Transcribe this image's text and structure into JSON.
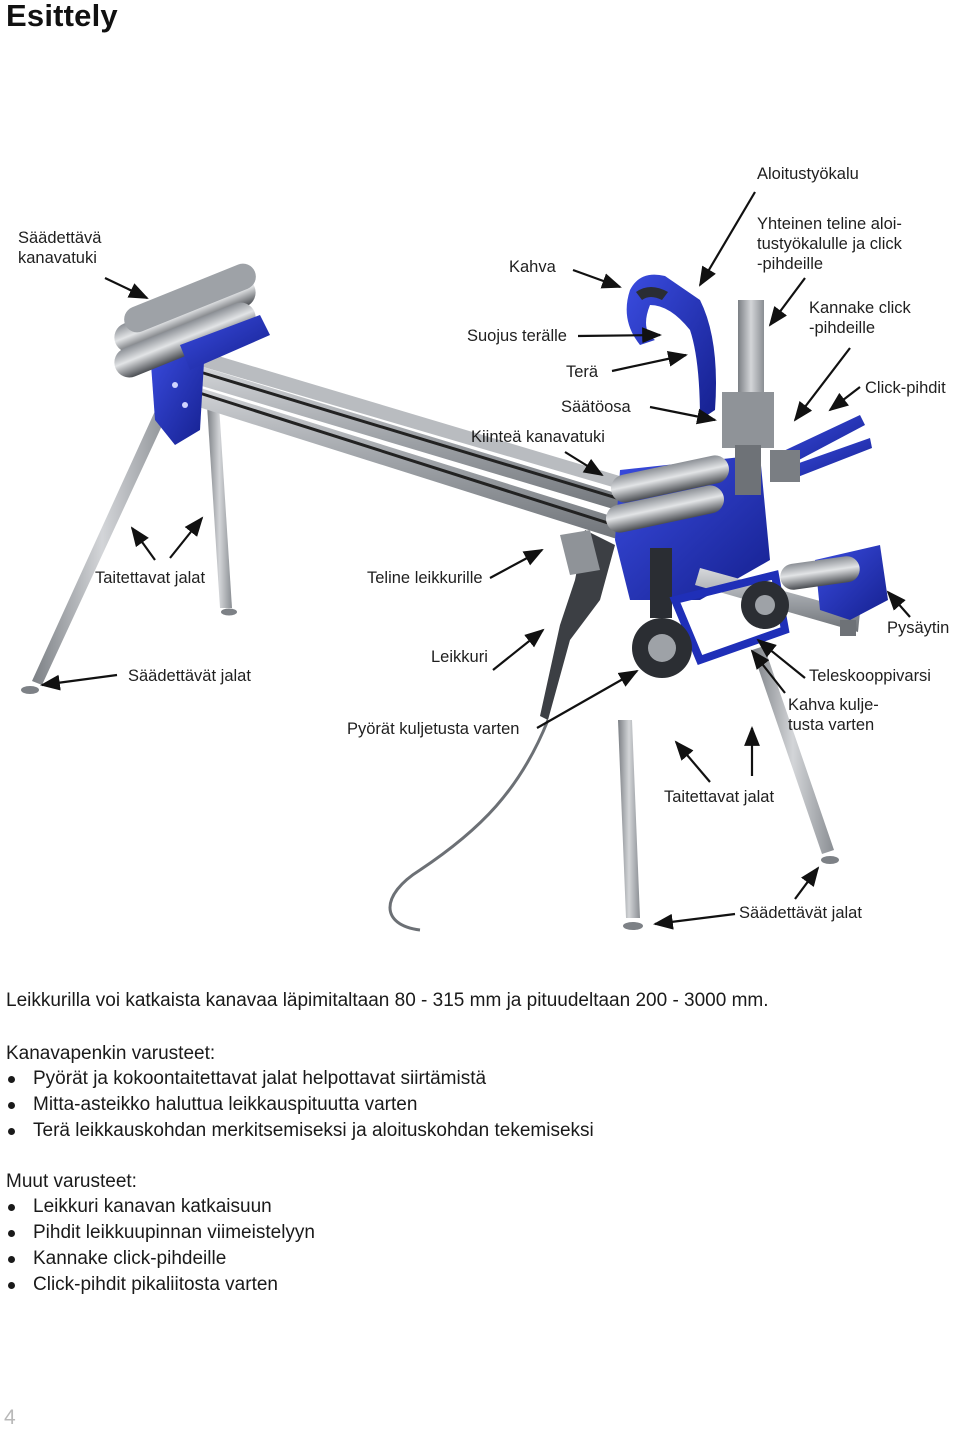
{
  "page": {
    "title": "Esittely",
    "page_number": "4"
  },
  "figure": {
    "labels": {
      "aloitustyokalu": "Aloitustyökalu",
      "saadettava_kanavatuki": "Säädettävä\nkanavatuki",
      "kahva": "Kahva",
      "yhteinen_teline": "Yhteinen teline aloi-\ntustyökalulle ja click\n-pihdeille",
      "kannake": "Kannake click\n-pihdeille",
      "suojus": "Suojus terälle",
      "tera": "Terä",
      "click_pihdit": "Click-pihdit",
      "saatoosa": "Säätöosa",
      "kiintea_kanavatuki": "Kiinteä kanavatuki",
      "taitettavat_jalat_1": "Taitettavat jalat",
      "teline_leikkurille": "Teline leikkurille",
      "pysaytin": "Pysäytin",
      "saadettavat_jalat_1": "Säädettävät jalat",
      "leikkuri": "Leikkuri",
      "teleskooppivarsi": "Teleskooppivarsi",
      "kahva_kuljetus": "Kahva kulje-\ntusta varten",
      "pyorat": "Pyörät kuljetusta varten",
      "taitettavat_jalat_2": "Taitettavat jalat",
      "saadettavat_jalat_2": "Säädettävät jalat"
    },
    "colors": {
      "frame_blue": "#1f2fb8",
      "rail_grey": "#9a9ea3",
      "roller_dark": "#3a3d42"
    }
  },
  "intro": "Leikkurilla voi katkaista kanavaa läpimitaltaan 80 - 315 mm ja pituudeltaan 200 - 3000 mm.",
  "equipment": {
    "heading": "Kanavapenkin varusteet:",
    "items": [
      "Pyörät ja kokoontaitettavat jalat helpottavat siirtämistä",
      "Mitta-asteikko haluttua leikkauspituutta varten",
      "Terä leikkauskohdan merkitsemiseksi ja aloituskohdan tekemiseksi"
    ]
  },
  "other": {
    "heading": "Muut varusteet:",
    "items": [
      "Leikkuri kanavan katkaisuun",
      "Pihdit leikkuupinnan viimeistelyyn",
      "Kannake click-pihdeille",
      "Click-pihdit pikaliitosta varten"
    ]
  }
}
